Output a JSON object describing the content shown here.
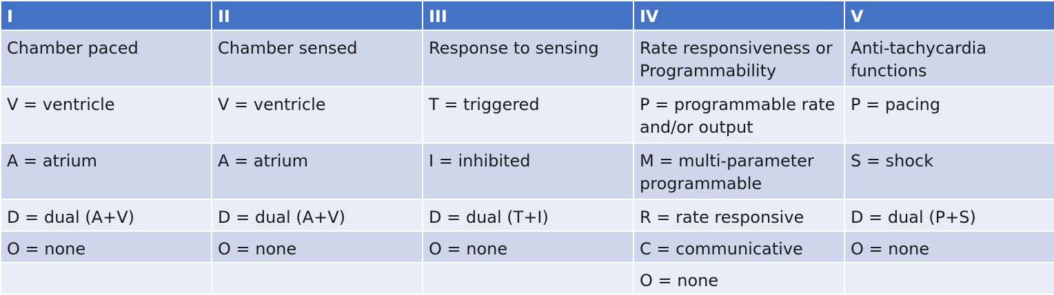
{
  "table": {
    "headers": [
      "I",
      "II",
      "III",
      "IV",
      "V"
    ],
    "rows": [
      [
        "Chamber paced",
        "Chamber sensed",
        "Response to sensing",
        "Rate responsiveness or Programmability",
        "Anti-tachycardia functions"
      ],
      [
        "V = ventricle",
        "V = ventricle",
        "T = triggered",
        "P = programmable rate and/or output",
        "P = pacing"
      ],
      [
        "A = atrium",
        "A = atrium",
        "I = inhibited",
        "M = multi-parameter programmable",
        "S = shock"
      ],
      [
        "D = dual (A+V)",
        "D = dual (A+V)",
        "D = dual (T+I)",
        "R = rate responsive",
        "D = dual (P+S)"
      ],
      [
        "O = none",
        "O = none",
        "O = none",
        "C = communicative",
        "O = none"
      ],
      [
        "",
        "",
        "",
        "O = none",
        ""
      ]
    ]
  },
  "colors": {
    "header_bg": "#4472c4",
    "header_text": "#ffffff",
    "row_band_dark": "#cfd5ea",
    "row_band_light": "#e9ebf5"
  }
}
